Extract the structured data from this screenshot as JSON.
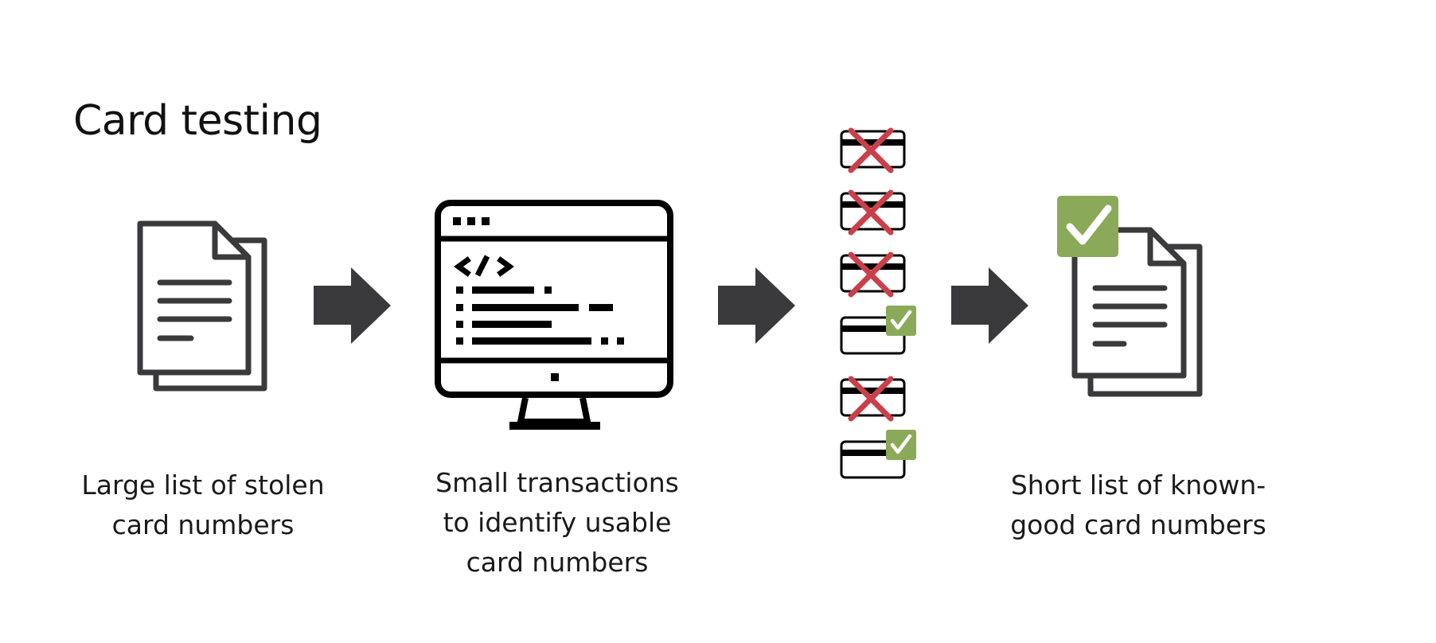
{
  "title": "Card testing",
  "steps": [
    {
      "caption": "Large list of stolen\ncard numbers",
      "icon": "document-stack-icon"
    },
    {
      "caption": "Small transactions\nto identify usable\ncard numbers",
      "icon": "computer-code-icon"
    },
    {
      "caption": "Short list of known-\ngood card numbers",
      "icon": "approved-document-icon"
    }
  ],
  "card_results": [
    {
      "status": "declined"
    },
    {
      "status": "declined"
    },
    {
      "status": "declined"
    },
    {
      "status": "approved"
    },
    {
      "status": "declined"
    },
    {
      "status": "approved"
    }
  ],
  "colors": {
    "text": "#1a1a1a",
    "icon_dark": "#3a3a3c",
    "icon_black": "#000000",
    "declined": "#c9404a",
    "approved": "#8aaa5a",
    "arrow": "#3a3a3c"
  }
}
